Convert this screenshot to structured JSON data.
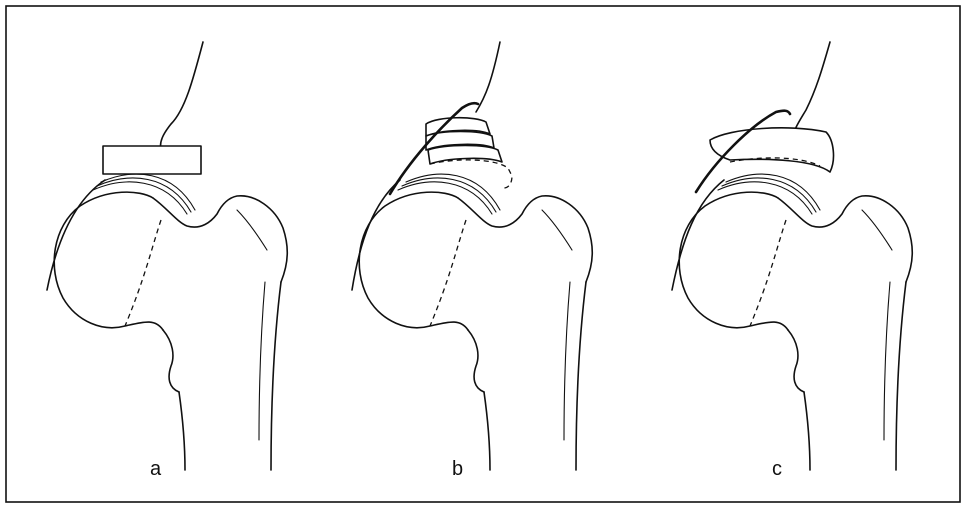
{
  "figure": {
    "panels": [
      {
        "id": "a",
        "label": "a"
      },
      {
        "id": "b",
        "label": "b"
      },
      {
        "id": "c",
        "label": "c"
      }
    ]
  }
}
